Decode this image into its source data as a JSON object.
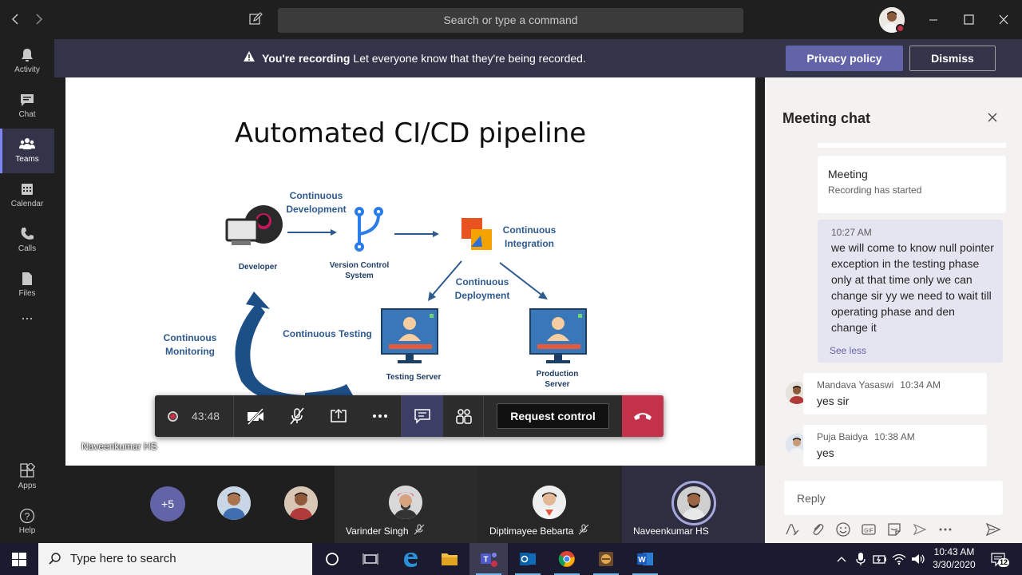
{
  "titlebar": {
    "search_placeholder": "Search or type a command"
  },
  "rail": {
    "items": [
      {
        "label": "Activity",
        "icon": "bell-icon"
      },
      {
        "label": "Chat",
        "icon": "chat-icon"
      },
      {
        "label": "Teams",
        "icon": "teams-icon"
      },
      {
        "label": "Calendar",
        "icon": "calendar-icon"
      },
      {
        "label": "Calls",
        "icon": "phone-icon"
      },
      {
        "label": "Files",
        "icon": "file-icon"
      }
    ],
    "more": "...",
    "apps_label": "Apps",
    "help_label": "Help",
    "active": "Teams"
  },
  "banner": {
    "title": "You're recording",
    "message": "Let everyone know that they're being recorded.",
    "privacy_label": "Privacy policy",
    "dismiss_label": "Dismiss"
  },
  "slide": {
    "title": "Automated CI/CD pipeline",
    "labels": {
      "continuous_development": "Continuous\nDevelopment",
      "developer": "Developer",
      "version_control": "Version Control\nSystem",
      "continuous_integration": "Continuous\nIntegration",
      "continuous_deployment": "Continuous\nDeployment",
      "continuous_testing": "Continuous Testing",
      "continuous_monitoring": "Continuous\nMonitoring",
      "testing_server": "Testing Server",
      "production_server": "Production\nServer"
    },
    "presenter": "Naveenkumar HS"
  },
  "controls": {
    "timer": "43:48",
    "request_control_label": "Request control"
  },
  "participants": {
    "more_count": "+5",
    "tiles": [
      {
        "name": "Varinder Singh",
        "muted": true
      },
      {
        "name": "Diptimayee Bebarta",
        "muted": true
      },
      {
        "name": "Naveenkumar HS",
        "muted": false
      }
    ]
  },
  "chat": {
    "title": "Meeting chat",
    "system_card": {
      "title": "Meeting",
      "subtitle": "Recording has started"
    },
    "my_message": {
      "time": "10:27 AM",
      "text": "we will come to know null pointer exception in the testing phase only at that time only we can change sir yy we need to wait till operating phase and den change it",
      "see_less": "See less"
    },
    "messages": [
      {
        "author": "Mandava Yasaswi",
        "time": "10:34 AM",
        "text": "yes sir"
      },
      {
        "author": "Puja Baidya",
        "time": "10:38 AM",
        "text": "yes"
      }
    ],
    "reply_placeholder": "Reply"
  },
  "taskbar": {
    "search_placeholder": "Type here to search",
    "time": "10:43 AM",
    "date": "3/30/2020",
    "notifications": "12"
  },
  "colors": {
    "teams_purple": "#6264a7",
    "banner_bg": "#33344a",
    "hangup_red": "#c4314b",
    "chat_bg": "#f3f2f1"
  }
}
